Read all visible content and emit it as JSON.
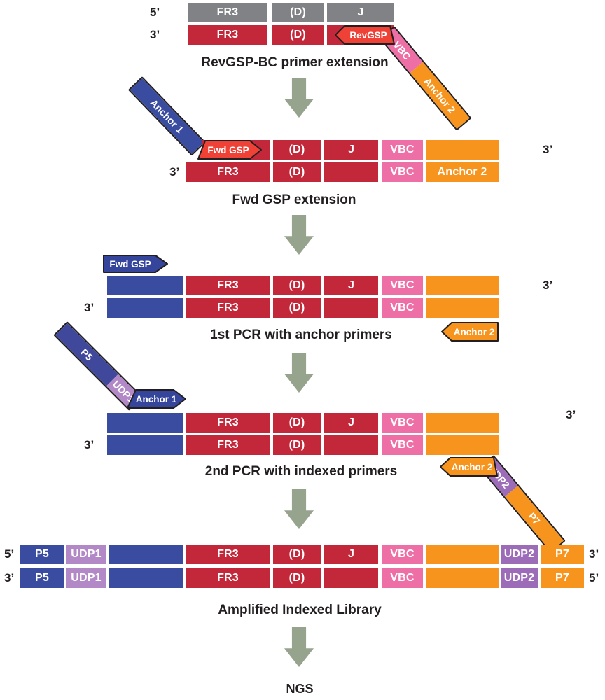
{
  "labels": {
    "five_prime": "5’",
    "three_prime": "3’",
    "fr3": "FR3",
    "d_segment": "(D)",
    "j_segment": "J",
    "vbc": "VBC",
    "rev_gsp": "RevGSP",
    "fwd_gsp": "Fwd GSP",
    "anchor_1": "Anchor 1",
    "anchor_2": "Anchor 2",
    "p5": "P5",
    "p7": "P7",
    "udp1": "UDP1",
    "udp2": "UDP2"
  },
  "steps": {
    "step1": "RevGSP-BC primer extension",
    "step2": "Fwd GSP extension",
    "step3": "1st PCR with anchor primers",
    "step4": "2nd PCR with indexed primers",
    "step5": "Amplified Indexed Library",
    "step6": "NGS"
  },
  "colors": {
    "template_gray": "#808285",
    "target_red": "#C2283A",
    "primer_red": "#EF4136",
    "vbc_pink": "#EE6FA6",
    "anchor_orange": "#F7941E",
    "anchor_blue": "#3A4CA0",
    "primer_blue": "#35459B",
    "udp1_purple": "#B388C7",
    "udp2_purple": "#9C6CB8",
    "flow_arrow_sage": "#96A48E",
    "text_dark": "#231F20"
  }
}
